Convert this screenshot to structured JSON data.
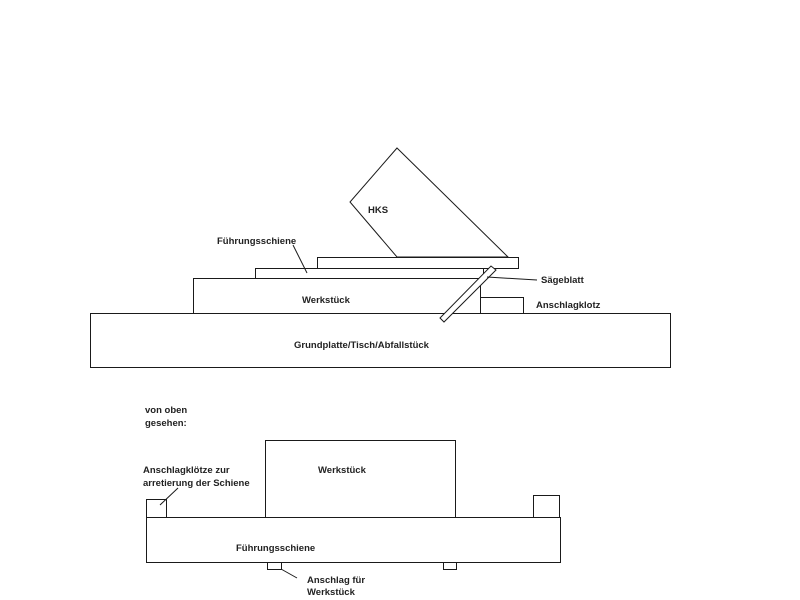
{
  "side_view": {
    "hks": "HKS",
    "guide_rail": "Führungsschiene",
    "saw_blade": "Sägeblatt",
    "workpiece": "Werkstück",
    "stop_block": "Anschlagklotz",
    "base_plate": "Grundplatte/Tisch/Abfallstück"
  },
  "top_view": {
    "title_line1": "von oben",
    "title_line2": "gesehen:",
    "stop_blocks_line1": "Anschlagklötze zur",
    "stop_blocks_line2": "arretierung der Schiene",
    "workpiece": "Werkstück",
    "guide_rail": "Führungsschiene",
    "workpiece_stop_line1": "Anschlag für",
    "workpiece_stop_line2": "Werkstück"
  }
}
